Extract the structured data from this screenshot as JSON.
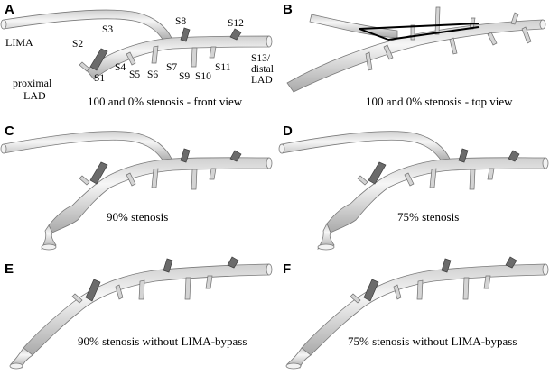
{
  "panels": {
    "A": {
      "letter": "A",
      "caption": "100 and 0% stenosis - front view",
      "labels": {
        "lima": "LIMA",
        "proximal_lad": "proximal\nLAD",
        "s1": "S1",
        "s2": "S2",
        "s3": "S3",
        "s4": "S4",
        "s5": "S5",
        "s6": "S6",
        "s7": "S7",
        "s8": "S8",
        "s9": "S9",
        "s10": "S10",
        "s11": "S11",
        "s12": "S12",
        "s13": "S13/\ndistal\nLAD"
      }
    },
    "B": {
      "letter": "B",
      "caption": "100 and 0% stenosis - top view"
    },
    "C": {
      "letter": "C",
      "caption": "90% stenosis"
    },
    "D": {
      "letter": "D",
      "caption": "75% stenosis"
    },
    "E": {
      "letter": "E",
      "caption": "90% stenosis without LIMA-bypass"
    },
    "F": {
      "letter": "F",
      "caption": "75% stenosis without LIMA-bypass"
    }
  },
  "colors": {
    "vessel_light": "#f4f4f4",
    "vessel_shade": "#b4b4b4",
    "dark_branch": "#6b6b6b",
    "outline": "#7a7a7a"
  }
}
